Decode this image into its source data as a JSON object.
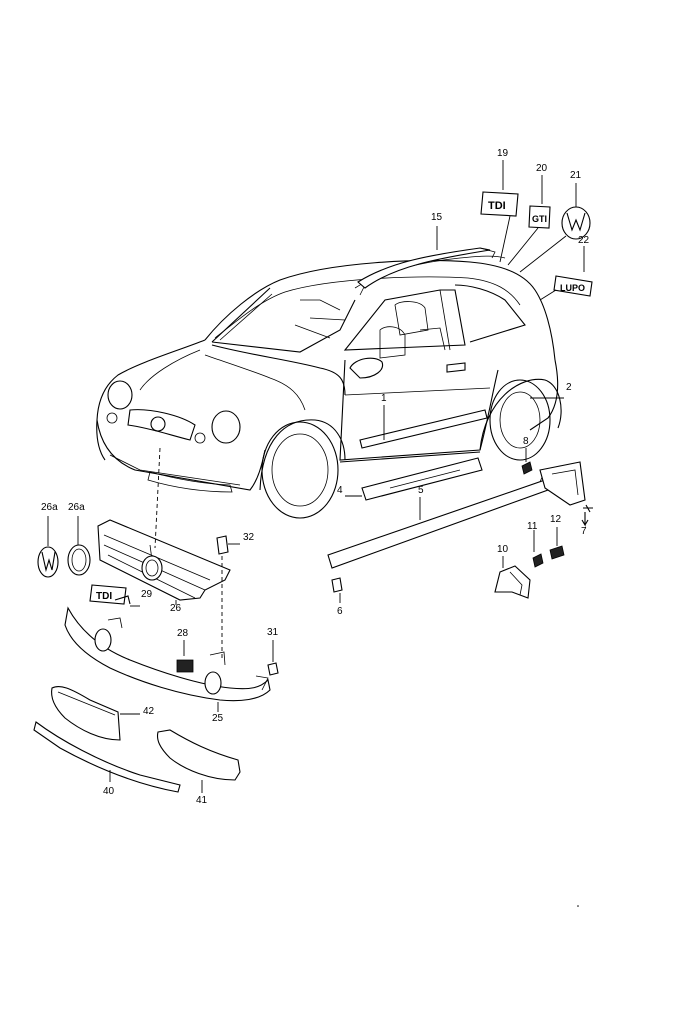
{
  "callouts": [
    {
      "id": "c1",
      "label": "1"
    },
    {
      "id": "c2",
      "label": "2"
    },
    {
      "id": "c4",
      "label": "4"
    },
    {
      "id": "c5",
      "label": "5"
    },
    {
      "id": "c6",
      "label": "6"
    },
    {
      "id": "c7",
      "label": "7"
    },
    {
      "id": "c8",
      "label": "8"
    },
    {
      "id": "c10",
      "label": "10"
    },
    {
      "id": "c11",
      "label": "11"
    },
    {
      "id": "c12",
      "label": "12"
    },
    {
      "id": "c15",
      "label": "15"
    },
    {
      "id": "c19",
      "label": "19"
    },
    {
      "id": "c20",
      "label": "20"
    },
    {
      "id": "c21",
      "label": "21"
    },
    {
      "id": "c22",
      "label": "22"
    },
    {
      "id": "c25",
      "label": "25"
    },
    {
      "id": "c26",
      "label": "26"
    },
    {
      "id": "c26a1",
      "label": "26a"
    },
    {
      "id": "c26a2",
      "label": "26a"
    },
    {
      "id": "c28",
      "label": "28"
    },
    {
      "id": "c29",
      "label": "29"
    },
    {
      "id": "c31",
      "label": "31"
    },
    {
      "id": "c32",
      "label": "32"
    },
    {
      "id": "c40",
      "label": "40"
    },
    {
      "id": "c41",
      "label": "41"
    },
    {
      "id": "c42",
      "label": "42"
    }
  ],
  "badges": {
    "tdi": "TDI",
    "gti": "GTI",
    "lupo": "LUPO"
  },
  "colors": {
    "line": "#000000",
    "background": "#ffffff"
  }
}
